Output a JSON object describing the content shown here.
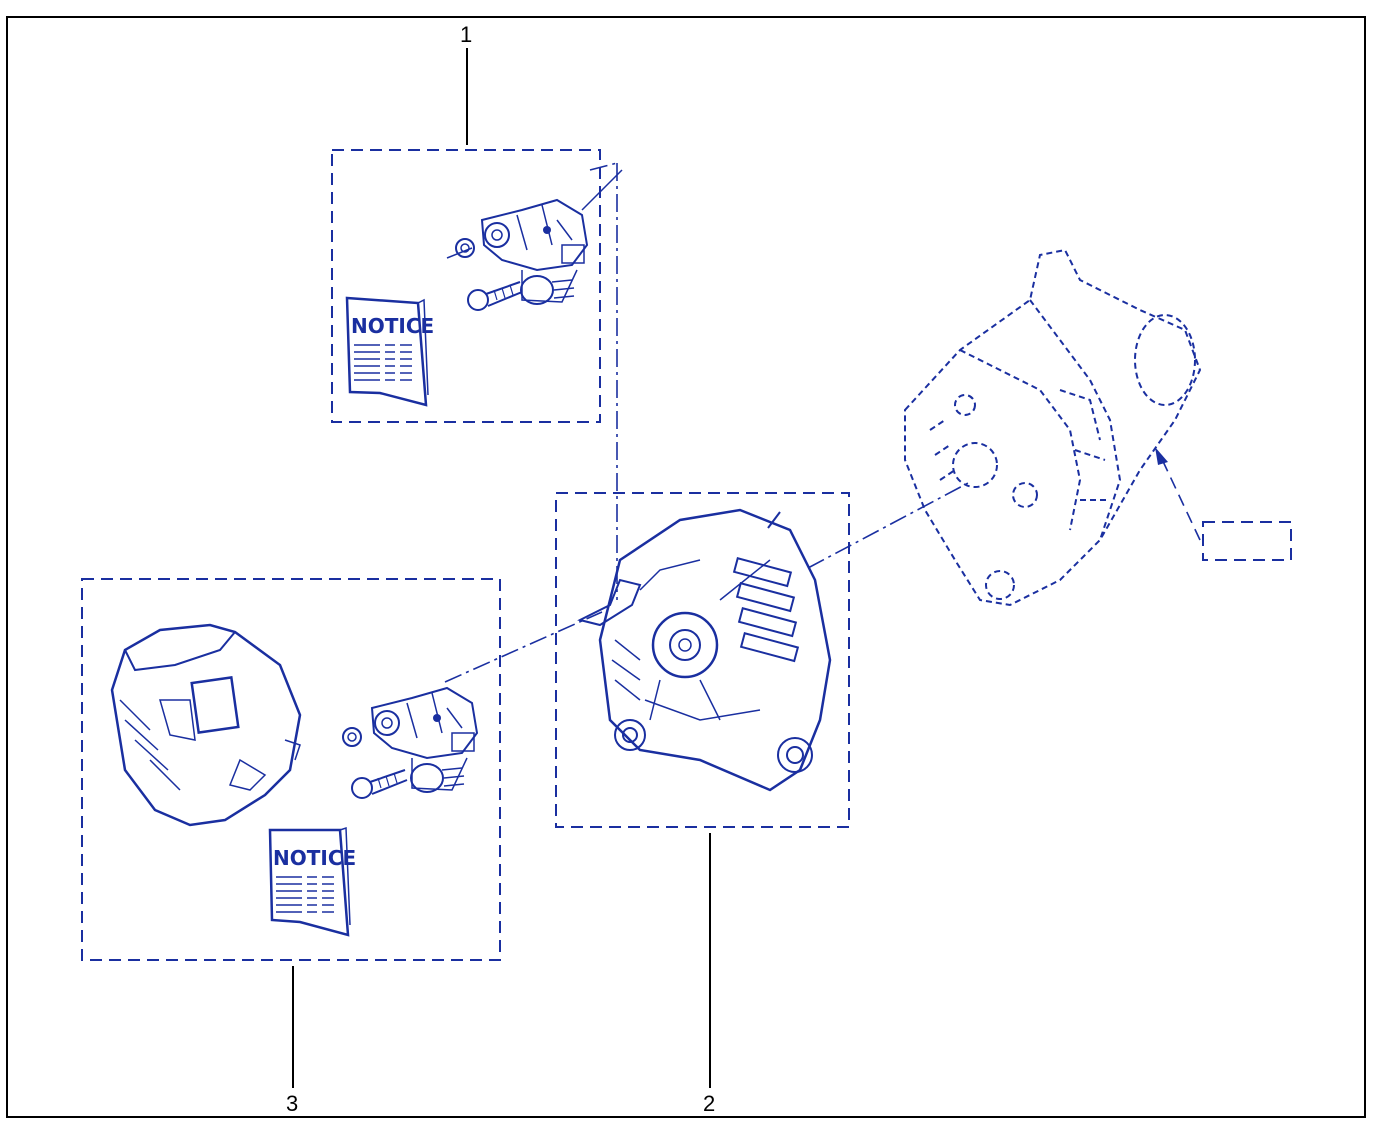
{
  "callouts": {
    "c1": "1",
    "c2": "2",
    "c3": "3"
  },
  "notice": {
    "booklet1": "NOTICE",
    "booklet2": "NOTICE"
  },
  "colors": {
    "line": "#1a2fa0",
    "leader": "#000000",
    "background": "#ffffff"
  },
  "icons": {
    "regulator": "voltage-regulator-icon",
    "alternator_rear": "alternator-rear-cover-icon",
    "alternator_ghost": "alternator-phantom-icon",
    "bolt": "bolt-icon",
    "nut": "nut-icon",
    "booklet": "notice-booklet-icon"
  }
}
